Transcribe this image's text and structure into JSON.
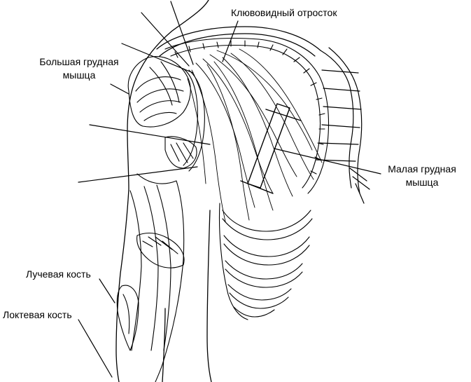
{
  "labels": {
    "coracoid_process": "Клювовидный отросток",
    "pectoralis_major_line1": "Большая грудная",
    "pectoralis_major_line2": "мышца",
    "pectoralis_minor_line1": "Малая грудная",
    "pectoralis_minor_line2": "мышца",
    "radius": "Лучевая кость",
    "ulna": "Локтевая кость"
  },
  "colors": {
    "ink": "#000000",
    "paper": "#ffffff"
  }
}
